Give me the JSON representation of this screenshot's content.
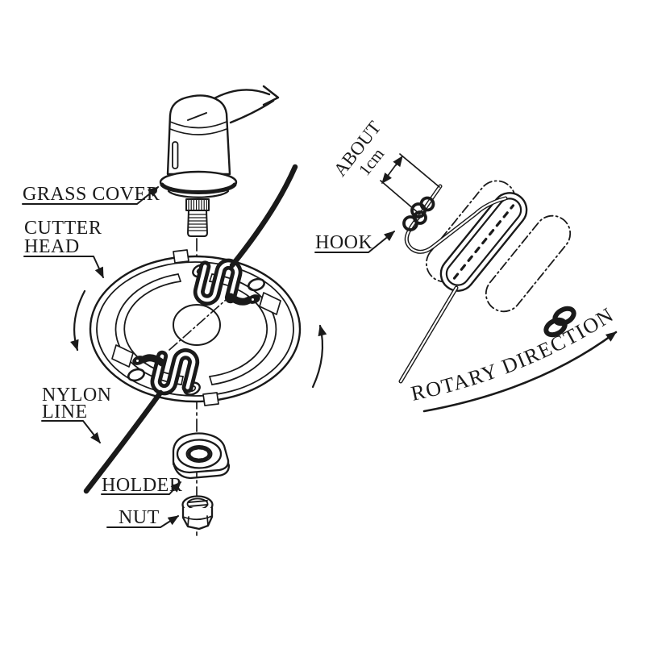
{
  "meta": {
    "title": "Trimmer cutter head assembly diagram",
    "background_color": "#ffffff",
    "ink_color": "#1a1a1a"
  },
  "labels": {
    "grass_cover": "GRASS COVER",
    "cutter_head_line1": "CUTTER",
    "cutter_head_line2": "HEAD",
    "nylon_line_line1": "NYLON",
    "nylon_line_line2": "LINE",
    "holder": "HOLDER",
    "nut": "NUT",
    "hook": "HOOK",
    "dimension_line1": "ABOUT",
    "dimension_line2": "1cm",
    "rotary_direction": "ROTARY DIRECTION"
  }
}
